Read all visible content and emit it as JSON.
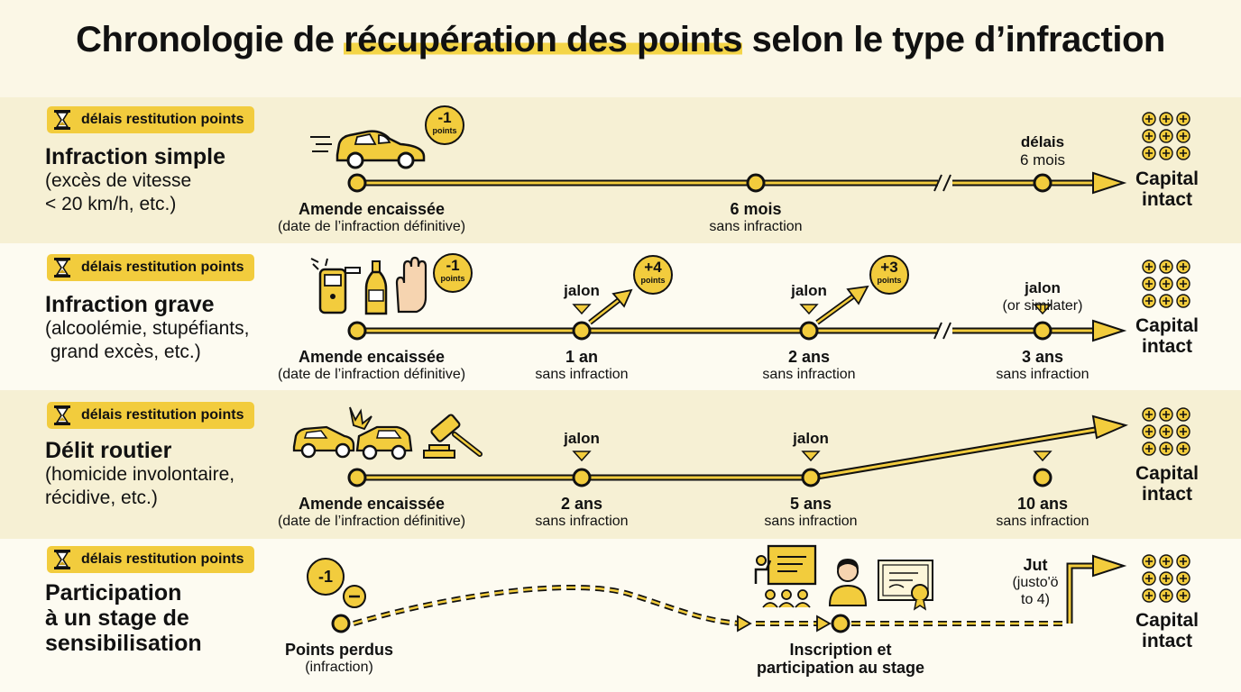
{
  "title": {
    "prefix": "Chronologie de ",
    "highlight": "récupération des points",
    "suffix": " selon le type d’infraction"
  },
  "badge_label": "délais restitution points",
  "capital_label": "Capital intact",
  "colors": {
    "accent": "#f2cc3d",
    "line": "#111111",
    "background": "#fbf7e6"
  },
  "rows": [
    {
      "title": "Infraction simple",
      "subtitle": "(excès de vitesse\n< 20 km/h, etc.)",
      "icons": [
        "car-icon",
        "minus-one-points-icon"
      ],
      "points_badge": {
        "value": "-1",
        "unit": "points"
      },
      "start": {
        "label": "Amende encaissée",
        "note": "(date de l’infraction définitive)"
      },
      "milestones": [
        {
          "label": "6 mois",
          "note": "sans infraction"
        },
        {
          "above_title": "délais",
          "above_note": "6 mois"
        }
      ]
    },
    {
      "title": "Infraction grave",
      "subtitle": "(alcoolémie, stupéfiants,\n grand excès, etc.)",
      "icons": [
        "breathalyzer-icon",
        "bottle-icon",
        "hand-icon"
      ],
      "points_badge": {
        "value": "-1",
        "unit": "points"
      },
      "start": {
        "label": "Amende encaissée",
        "note": "(date de l’infraction définitive)"
      },
      "milestones": [
        {
          "above": "jalon",
          "label": "1 an",
          "note": "sans infraction",
          "gain": "+4",
          "gain_unit": "points"
        },
        {
          "above": "jalon",
          "label": "2 ans",
          "note": "sans infraction",
          "gain": "+3",
          "gain_unit": "points"
        },
        {
          "above": "jalon",
          "above_note": "(or similater)",
          "label": "3 ans",
          "note": "sans infraction"
        }
      ]
    },
    {
      "title": "Délit routier",
      "subtitle": "(homicide involontaire,\nrécidive, etc.)",
      "icons": [
        "car-crash-icon",
        "gavel-icon"
      ],
      "start": {
        "label": "Amende encaissée",
        "note": "(date de l’infraction définitive)"
      },
      "milestones": [
        {
          "above": "jalon",
          "label": "2 ans",
          "note": "sans infraction"
        },
        {
          "above": "jalon",
          "label": "5 ans",
          "note": "sans infraction"
        },
        {
          "label": "10 ans",
          "note": "sans infraction"
        }
      ]
    },
    {
      "title": "Participation\nà un stage de\nsensibilisation",
      "icons": [
        "minus-one-icon",
        "minus-icon",
        "presentation-icon",
        "instructor-icon",
        "certificate-icon"
      ],
      "minus_badge": "-1",
      "start": {
        "label": "Points perdus",
        "note": "(infraction)"
      },
      "stage": {
        "label": "Inscription et",
        "label2": "participation au stage"
      },
      "jut": {
        "title": "Jut",
        "note1": "(justo'ö",
        "note2": "to 4)"
      }
    }
  ]
}
